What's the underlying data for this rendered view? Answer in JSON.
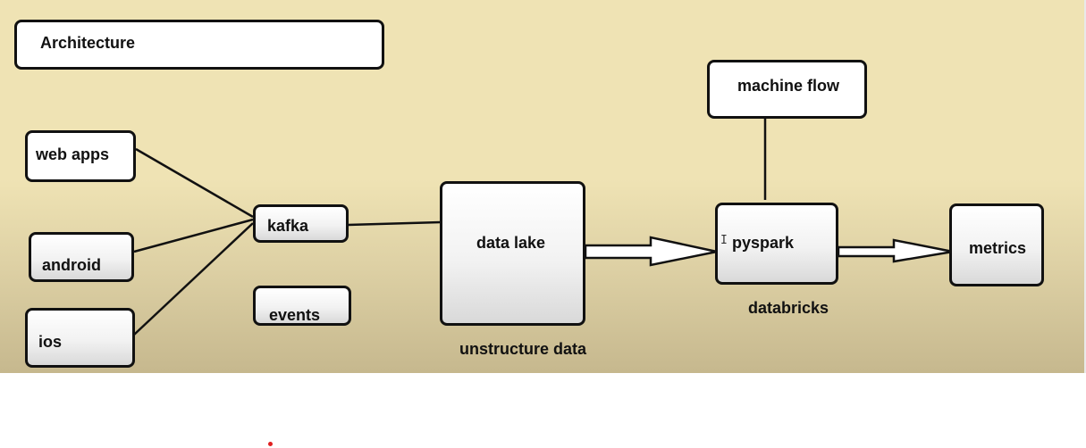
{
  "diagram": {
    "title": "Architecture",
    "nodes": {
      "web_apps": "web apps",
      "android": "android",
      "ios": "ios",
      "kafka": "kafka",
      "events": "events",
      "data_lake": "data lake",
      "pyspark": "pyspark",
      "machine_flow": "machine flow",
      "metrics": "metrics"
    },
    "captions": {
      "data_lake": "unstructure data",
      "pyspark": "databricks"
    },
    "edges": [
      {
        "from": "web apps",
        "to": "kafka",
        "style": "line"
      },
      {
        "from": "android",
        "to": "kafka",
        "style": "line"
      },
      {
        "from": "ios",
        "to": "kafka",
        "style": "line"
      },
      {
        "from": "kafka",
        "to": "data lake",
        "style": "line"
      },
      {
        "from": "data lake",
        "to": "pyspark",
        "style": "block-arrow"
      },
      {
        "from": "pyspark",
        "to": "metrics",
        "style": "block-arrow"
      },
      {
        "from": "machine flow",
        "to": "pyspark",
        "style": "line"
      }
    ]
  },
  "colors": {
    "background_top": "#efe3b4",
    "background_bottom": "#c6b88e",
    "box_border": "#111111",
    "box_fill": "#ffffff",
    "pointer_dot": "#e02020"
  }
}
